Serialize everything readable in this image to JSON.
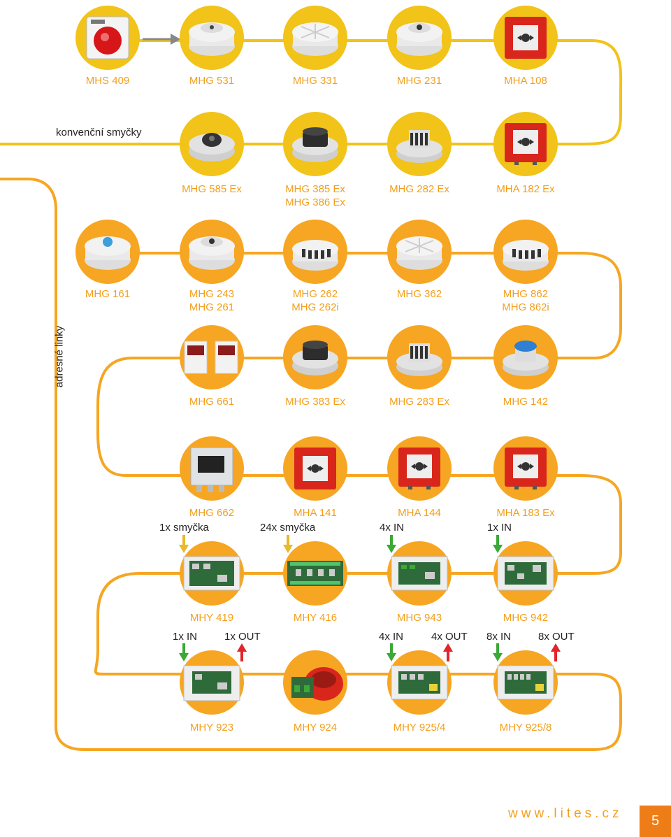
{
  "conv": {
    "label": "konvenční smyčky",
    "r1": [
      {
        "id": "mhs409",
        "name": "MHS 409"
      },
      {
        "id": "mhg531",
        "name": "MHG 531"
      },
      {
        "id": "mhg331",
        "name": "MHG 331"
      },
      {
        "id": "mhg231",
        "name": "MHG 231"
      },
      {
        "id": "mha108",
        "name": "MHA 108"
      }
    ],
    "r2": [
      {
        "id": "mhg585ex",
        "name": "MHG 585 Ex"
      },
      {
        "id": "mhg385ex",
        "name": "MHG 385 Ex",
        "name2": "MHG 386 Ex"
      },
      {
        "id": "mhg282ex",
        "name": "MHG 282 Ex"
      },
      {
        "id": "mha182ex",
        "name": "MHA 182 Ex"
      }
    ]
  },
  "addr": {
    "label": "adresné linky",
    "r3": [
      {
        "id": "mhg161",
        "name": "MHG 161"
      },
      {
        "id": "mhg243",
        "name": "MHG 243",
        "name2": "MHG 261"
      },
      {
        "id": "mhg262",
        "name": "MHG 262",
        "name2": "MHG 262i"
      },
      {
        "id": "mhg362",
        "name": "MHG 362"
      },
      {
        "id": "mhg862",
        "name": "MHG 862",
        "name2": "MHG 862i"
      }
    ],
    "r4": [
      {
        "id": "mhg661",
        "name": "MHG 661"
      },
      {
        "id": "mhg383ex",
        "name": "MHG 383 Ex"
      },
      {
        "id": "mhg283ex",
        "name": "MHG 283 Ex"
      },
      {
        "id": "mhg142",
        "name": "MHG 142"
      }
    ],
    "r5": [
      {
        "id": "mhg662",
        "name": "MHG 662"
      },
      {
        "id": "mha141",
        "name": "MHA 141"
      },
      {
        "id": "mha144",
        "name": "MHA 144"
      },
      {
        "id": "mha183ex",
        "name": "MHA 183 Ex"
      }
    ],
    "r5_notes": [
      "1x smyčka",
      "24x smyčka",
      "4x IN",
      "1x IN"
    ],
    "r6": [
      {
        "id": "mhy419",
        "name": "MHY 419"
      },
      {
        "id": "mhy416",
        "name": "MHY 416"
      },
      {
        "id": "mhg943",
        "name": "MHG 943"
      },
      {
        "id": "mhg942",
        "name": "MHG 942"
      }
    ],
    "r6_notes": [
      "1x IN",
      "1x OUT",
      "4x IN",
      "4x OUT",
      "8x IN",
      "8x OUT"
    ],
    "r7": [
      {
        "id": "mhy923",
        "name": "MHY 923"
      },
      {
        "id": "mhy924",
        "name": "MHY 924"
      },
      {
        "id": "mhy925_4",
        "name": "MHY 925/4"
      },
      {
        "id": "mhy925_8",
        "name": "MHY 925/8"
      }
    ]
  },
  "colors": {
    "conventional": "#f2c318",
    "addressable": "#f6a622",
    "label": "#f39f1c",
    "arrow_in": "#3aa935",
    "arrow_out": "#e0262c",
    "arrow_loop": "#e8b92b"
  },
  "footer": {
    "url": "www.lites.cz",
    "page": "5"
  }
}
